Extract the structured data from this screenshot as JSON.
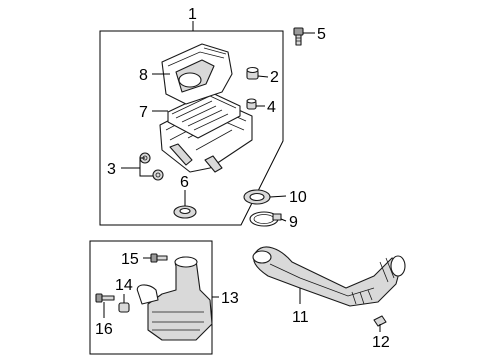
{
  "callouts": {
    "c1": "1",
    "c2": "2",
    "c3": "3",
    "c4": "4",
    "c5": "5",
    "c6": "6",
    "c7": "7",
    "c8": "8",
    "c9": "9",
    "c10": "10",
    "c11": "11",
    "c12": "12",
    "c13": "13",
    "c14": "14",
    "c15": "15",
    "c16": "16"
  },
  "colors": {
    "line": "#000000",
    "part_fill": "#d9d9d9",
    "part_dark": "#9a9a9a"
  }
}
